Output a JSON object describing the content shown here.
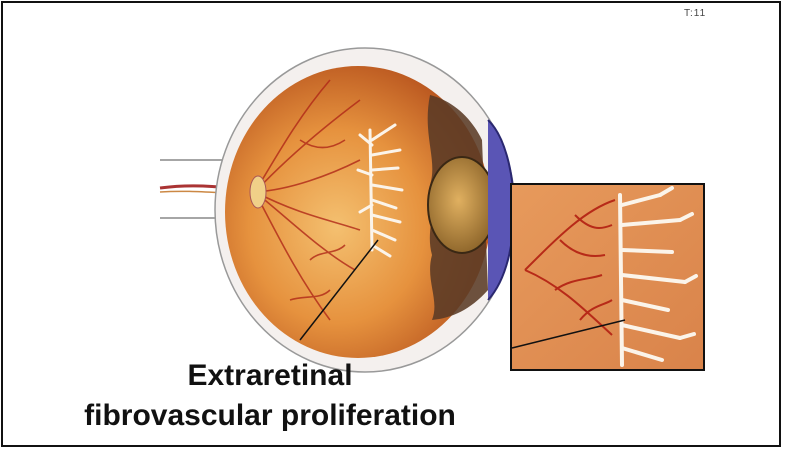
{
  "caption": {
    "line1": "Extraretinal",
    "line2": "fibrovascular proliferation"
  },
  "corner_mark": "T:11"
}
